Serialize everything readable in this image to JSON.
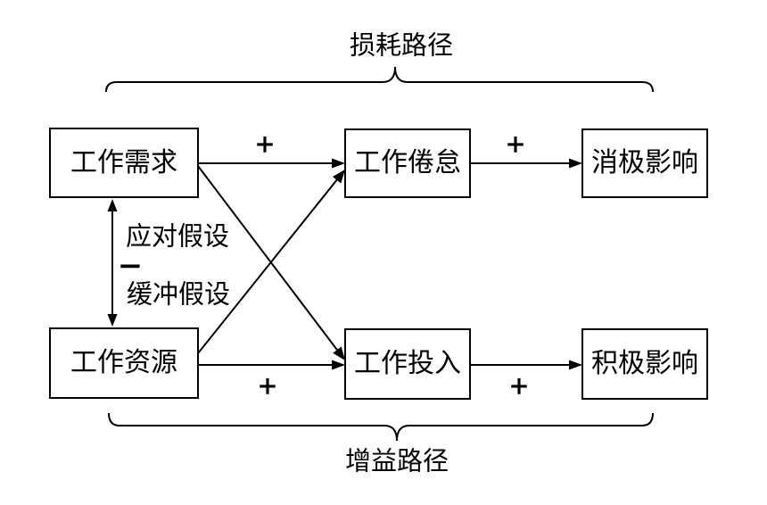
{
  "diagram": {
    "top_path_label": "损耗路径",
    "bottom_path_label": "增益路径",
    "boxes": {
      "job_demands": "工作需求",
      "job_burnout": "工作倦怠",
      "negative_outcomes": "消极影响",
      "job_resources": "工作资源",
      "work_engagement": "工作投入",
      "positive_outcomes": "积极影响"
    },
    "labels": {
      "coping_hypothesis": "应对假设",
      "minus_sign": "−",
      "buffering_hypothesis": "缓冲假设",
      "plus_demands_burnout": "+",
      "plus_burnout_negative": "+",
      "plus_resources_engagement": "+",
      "plus_engagement_positive": "+"
    },
    "colors": {
      "ink": "#000000",
      "background": "#ffffff"
    }
  }
}
